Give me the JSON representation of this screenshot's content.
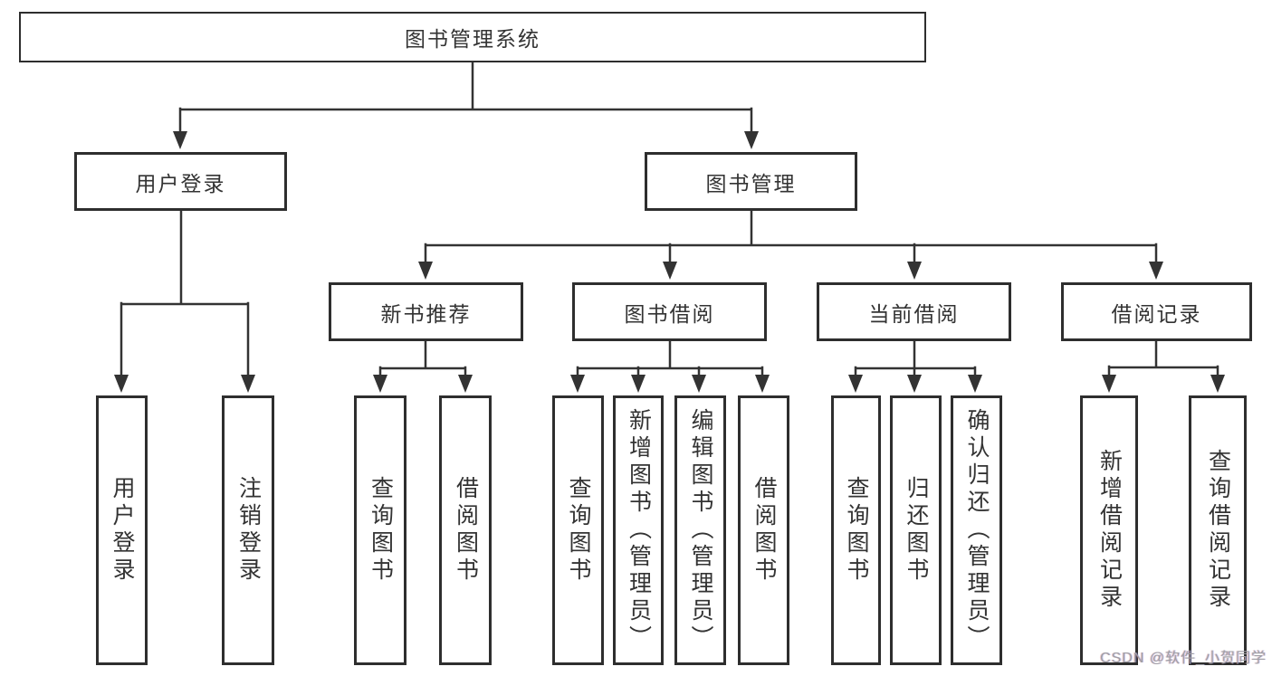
{
  "diagram": {
    "root": {
      "label": "图书管理系统"
    },
    "level2": {
      "userLogin": {
        "label": "用户登录"
      },
      "bookMgmt": {
        "label": "图书管理"
      }
    },
    "level3": {
      "newBookRec": {
        "label": "新书推荐"
      },
      "bookBorrow": {
        "label": "图书借阅"
      },
      "currentBorrow": {
        "label": "当前借阅"
      },
      "borrowRecords": {
        "label": "借阅记录"
      }
    },
    "leaves": {
      "userLoginLeaf": {
        "label": "用户登录"
      },
      "logoutLeaf": {
        "label": "注销登录"
      },
      "nrQueryBooks": {
        "label": "查询图书"
      },
      "nrBorrowBooks": {
        "label": "借阅图书"
      },
      "bbQueryBooks": {
        "label": "查询图书"
      },
      "bbAddBooks": {
        "label": "新增图书（管理员）"
      },
      "bbEditBooks": {
        "label": "编辑图书（管理员）"
      },
      "bbBorrowBooks": {
        "label": "借阅图书"
      },
      "cbQueryBooks": {
        "label": "查询图书"
      },
      "cbReturnBooks": {
        "label": "归还图书"
      },
      "cbConfirmReturn": {
        "label": "确认归还（管理员）"
      },
      "brAddRecord": {
        "label": "新增借阅记录"
      },
      "brQueryRecord": {
        "label": "查询借阅记录"
      }
    }
  },
  "watermark": {
    "text": "CSDN @软件_小贺同学"
  },
  "colors": {
    "line": "#333333",
    "border": "#2e2e2e",
    "text": "#333333",
    "background": "#ffffff",
    "watermark": "#9e9ea4"
  }
}
